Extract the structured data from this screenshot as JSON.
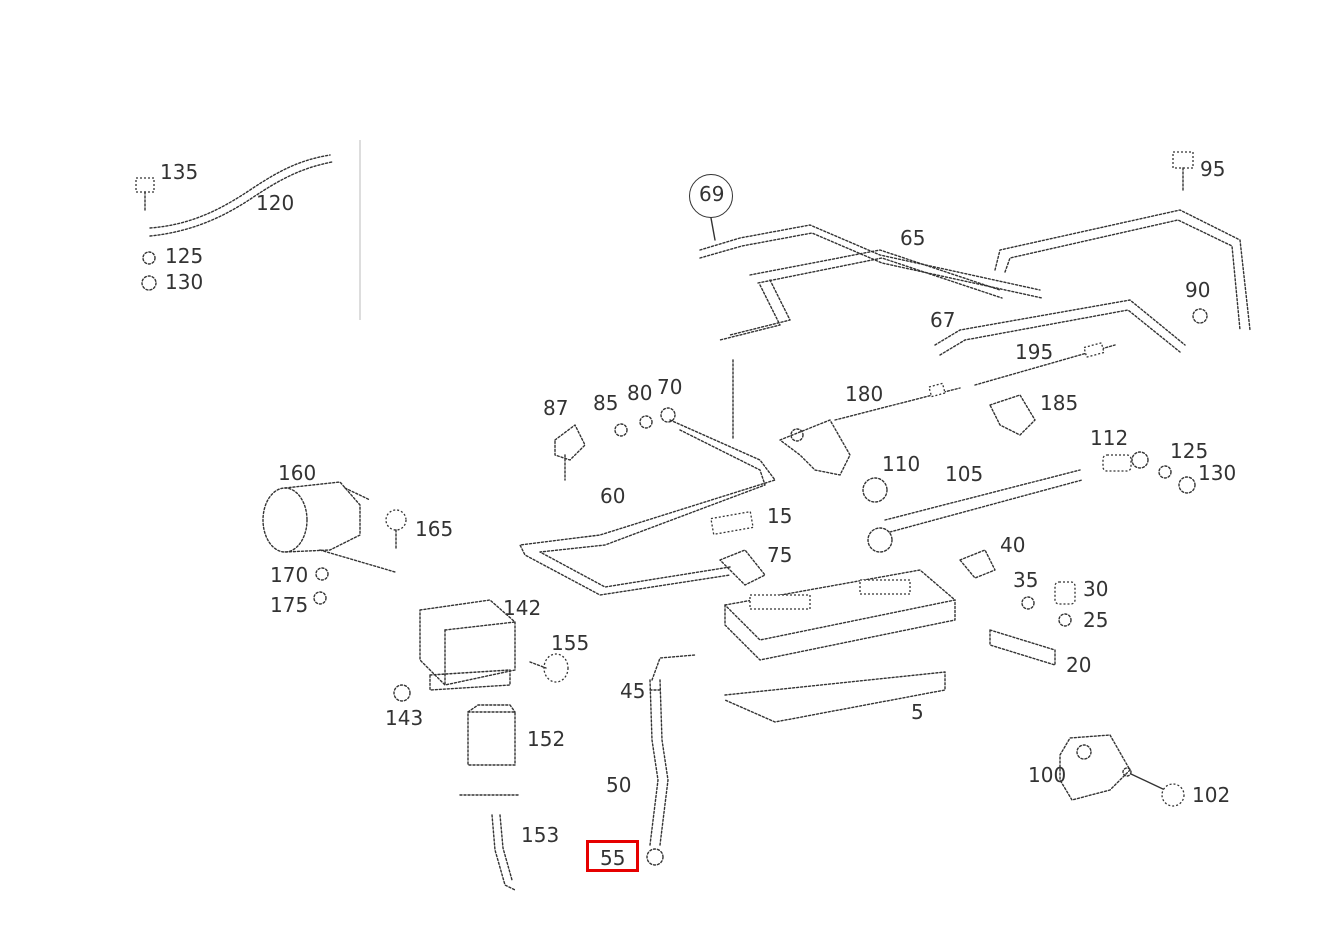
{
  "diagram": {
    "highlight_color": "#e60000",
    "line_color": "#333333",
    "highlighted_label": "55",
    "circled_label": "69",
    "callouts": [
      {
        "id": "135",
        "text": "135"
      },
      {
        "id": "120",
        "text": "120"
      },
      {
        "id": "125a",
        "text": "125"
      },
      {
        "id": "130a",
        "text": "130"
      },
      {
        "id": "69",
        "text": "69"
      },
      {
        "id": "65",
        "text": "65"
      },
      {
        "id": "95",
        "text": "95"
      },
      {
        "id": "90",
        "text": "90"
      },
      {
        "id": "67",
        "text": "67"
      },
      {
        "id": "195",
        "text": "195"
      },
      {
        "id": "180",
        "text": "180"
      },
      {
        "id": "185",
        "text": "185"
      },
      {
        "id": "87",
        "text": "87"
      },
      {
        "id": "85",
        "text": "85"
      },
      {
        "id": "80",
        "text": "80"
      },
      {
        "id": "70",
        "text": "70"
      },
      {
        "id": "112",
        "text": "112"
      },
      {
        "id": "125b",
        "text": "125"
      },
      {
        "id": "130b",
        "text": "130"
      },
      {
        "id": "160",
        "text": "160"
      },
      {
        "id": "110",
        "text": "110"
      },
      {
        "id": "105",
        "text": "105"
      },
      {
        "id": "60",
        "text": "60"
      },
      {
        "id": "165",
        "text": "165"
      },
      {
        "id": "15",
        "text": "15"
      },
      {
        "id": "40",
        "text": "40"
      },
      {
        "id": "75",
        "text": "75"
      },
      {
        "id": "170",
        "text": "170"
      },
      {
        "id": "35",
        "text": "35"
      },
      {
        "id": "30",
        "text": "30"
      },
      {
        "id": "175",
        "text": "175"
      },
      {
        "id": "142",
        "text": "142"
      },
      {
        "id": "25",
        "text": "25"
      },
      {
        "id": "155",
        "text": "155"
      },
      {
        "id": "20",
        "text": "20"
      },
      {
        "id": "45",
        "text": "45"
      },
      {
        "id": "143",
        "text": "143"
      },
      {
        "id": "5",
        "text": "5"
      },
      {
        "id": "152",
        "text": "152"
      },
      {
        "id": "100",
        "text": "100"
      },
      {
        "id": "50",
        "text": "50"
      },
      {
        "id": "102",
        "text": "102"
      },
      {
        "id": "153",
        "text": "153"
      },
      {
        "id": "55",
        "text": "55"
      }
    ]
  }
}
